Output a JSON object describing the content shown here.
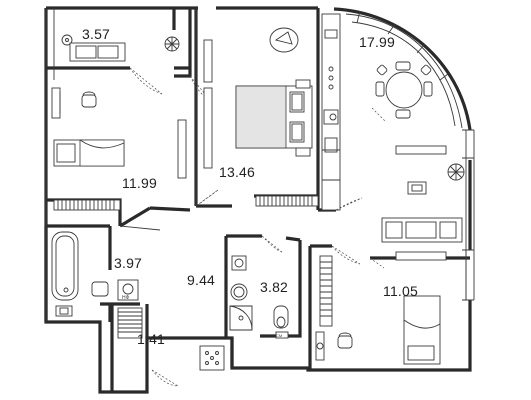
{
  "rooms": [
    {
      "area": "3.57"
    },
    {
      "area": "17.99"
    },
    {
      "area": "11.99"
    },
    {
      "area": "13.46"
    },
    {
      "area": "3.97"
    },
    {
      "area": "9.44"
    },
    {
      "area": "3.82"
    },
    {
      "area": "11.05"
    },
    {
      "area": "1.41"
    }
  ],
  "fixtures": {
    "washer_label_1": "НФ",
    "washer_label_2": "СМ"
  }
}
